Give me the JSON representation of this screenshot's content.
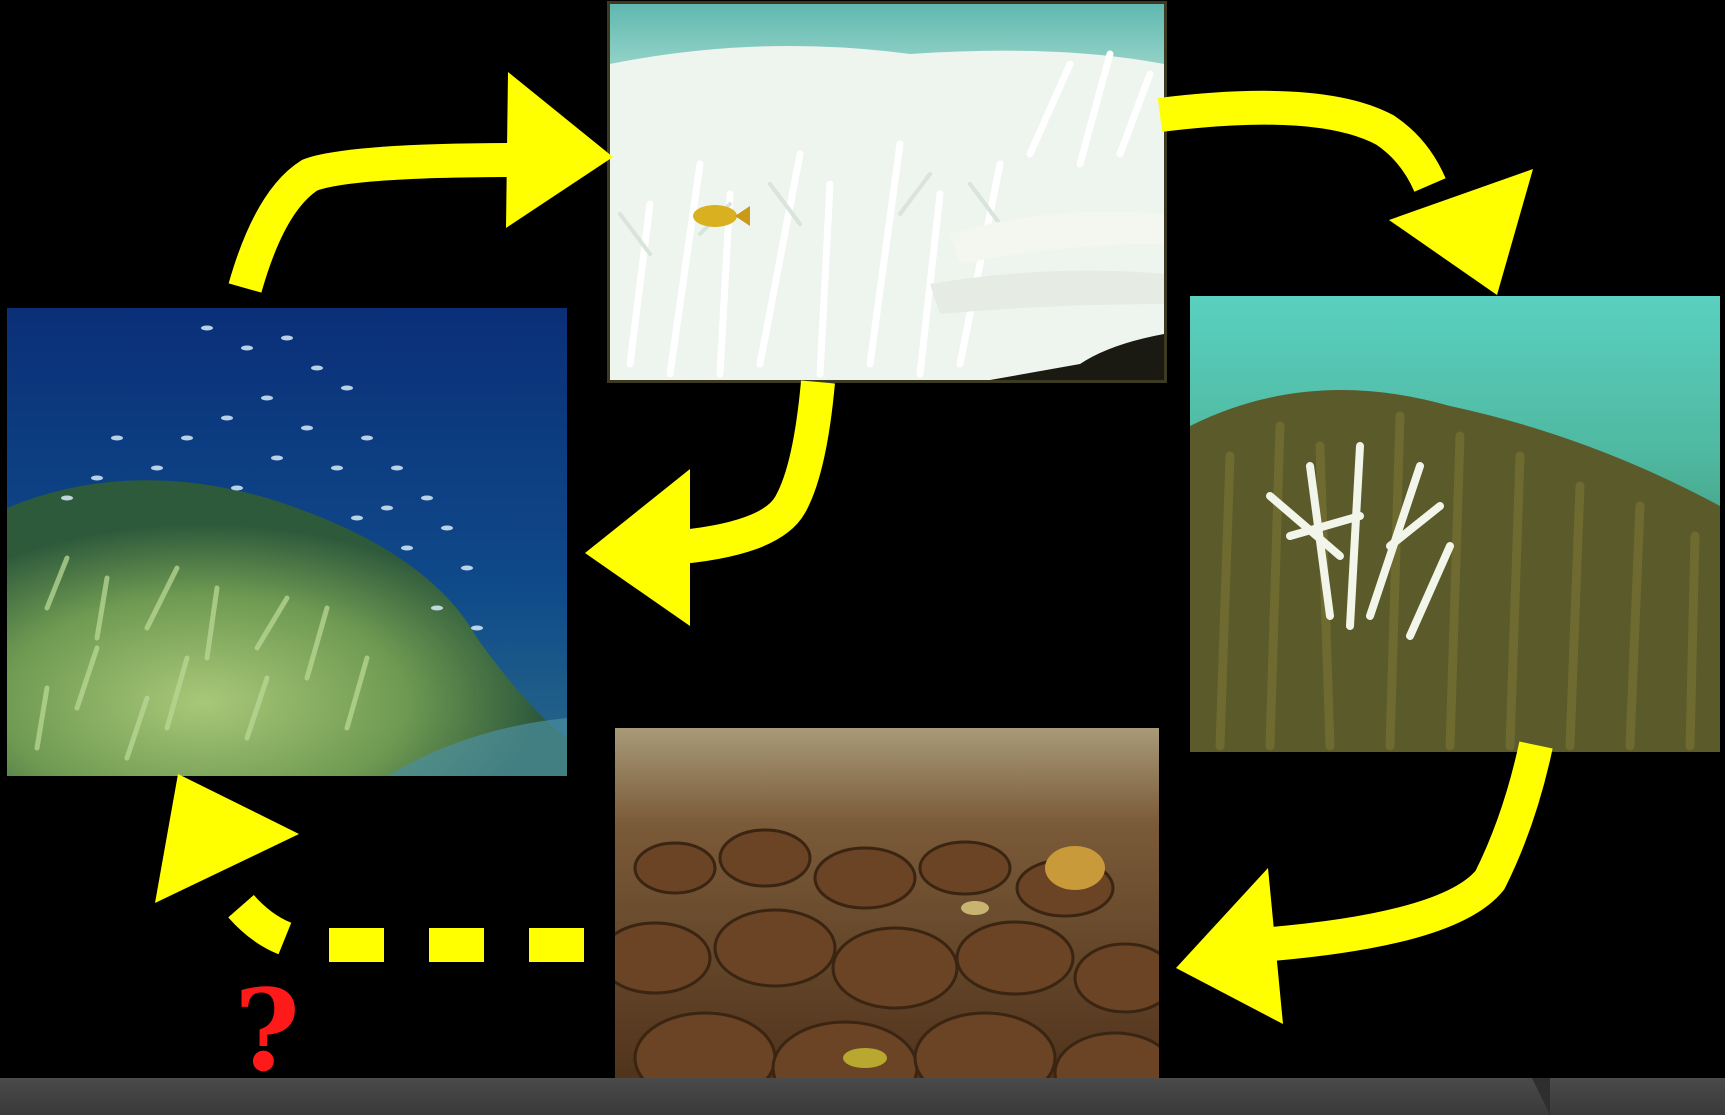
{
  "diagram": {
    "stages": [
      {
        "id": "healthy",
        "icon": "healthy-coral-photo"
      },
      {
        "id": "bleached",
        "icon": "bleached-coral-photo"
      },
      {
        "id": "algae",
        "icon": "algae-covered-coral-photo"
      },
      {
        "id": "rubble",
        "icon": "dead-coral-rubble-photo"
      }
    ],
    "arrows": [
      {
        "from": "healthy",
        "to": "bleached",
        "style": "solid"
      },
      {
        "from": "bleached",
        "to": "algae",
        "style": "solid"
      },
      {
        "from": "bleached",
        "to": "healthy",
        "style": "solid"
      },
      {
        "from": "algae",
        "to": "rubble",
        "style": "solid"
      },
      {
        "from": "rubble",
        "to": "healthy",
        "style": "dashed"
      }
    ],
    "uncertain_mark": "?",
    "colors": {
      "background": "#000000",
      "arrow": "#ffff00",
      "question_mark": "#ff1a1a",
      "bottom_bar": "#444444"
    }
  }
}
